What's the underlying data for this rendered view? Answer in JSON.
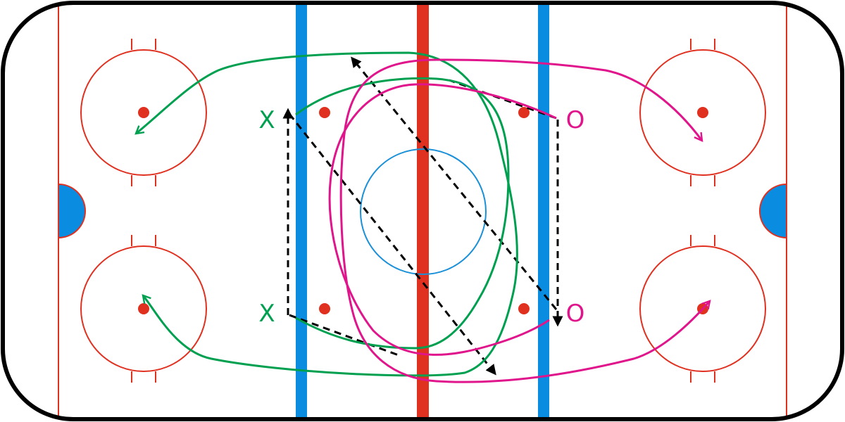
{
  "colors": {
    "board": "#000000",
    "goal_line": "#e03020",
    "center_line": "#e03020",
    "blue_line": "#0a8ce0",
    "crease": "#0a8ce0",
    "center_circle": "#1a90d8",
    "faceoff_circle": "#e03020",
    "faceoff_dot": "#e03020",
    "team_x": "#00a050",
    "team_o": "#e0158c",
    "pass": "#000000"
  },
  "players": {
    "x_top": "X",
    "x_bottom": "X",
    "o_top": "O",
    "o_bottom": "O"
  },
  "icons": {
    "pass_arrow": "dashed-arrow",
    "skate_arrow": "solid-arrow"
  }
}
